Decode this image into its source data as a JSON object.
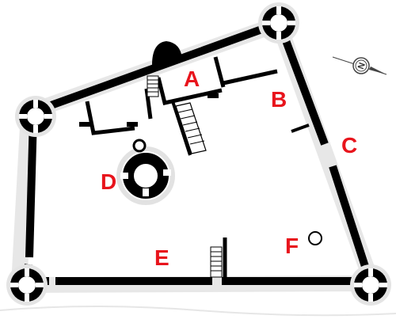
{
  "labels": {
    "a": "A",
    "b": "B",
    "c": "C",
    "d": "D",
    "e": "E",
    "f": "F"
  },
  "compass": {
    "letter": "N"
  },
  "colors": {
    "wall": "#000000",
    "label": "#e8141c",
    "background": "#ffffff"
  }
}
